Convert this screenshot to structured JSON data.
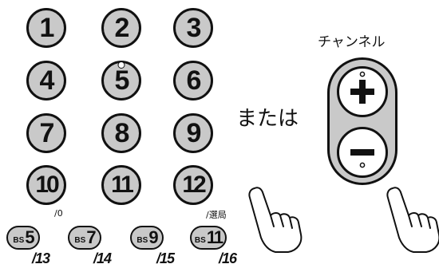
{
  "number_pad": {
    "buttons": [
      "1",
      "2",
      "3",
      "4",
      "5",
      "6",
      "7",
      "8",
      "9",
      "10",
      "11",
      "12"
    ],
    "sub_labels": {
      "ten": "/0",
      "twelve": "/選局"
    }
  },
  "bs_buttons": [
    {
      "prefix": "BS",
      "number": "5",
      "alt": "/13"
    },
    {
      "prefix": "BS",
      "number": "7",
      "alt": "/14"
    },
    {
      "prefix": "BS",
      "number": "9",
      "alt": "/15"
    },
    {
      "prefix": "BS",
      "number": "11",
      "alt": "/16"
    }
  ],
  "or_text": "または",
  "channel": {
    "label": "チャンネル",
    "up_symbol": "+",
    "down_symbol": "−"
  },
  "icons": [
    "pointing-hand-icon",
    "plus-icon",
    "minus-icon"
  ],
  "colors": {
    "button_fill": "#c9c9c9",
    "outline": "#111111",
    "hand_skin": "#ffffff"
  }
}
